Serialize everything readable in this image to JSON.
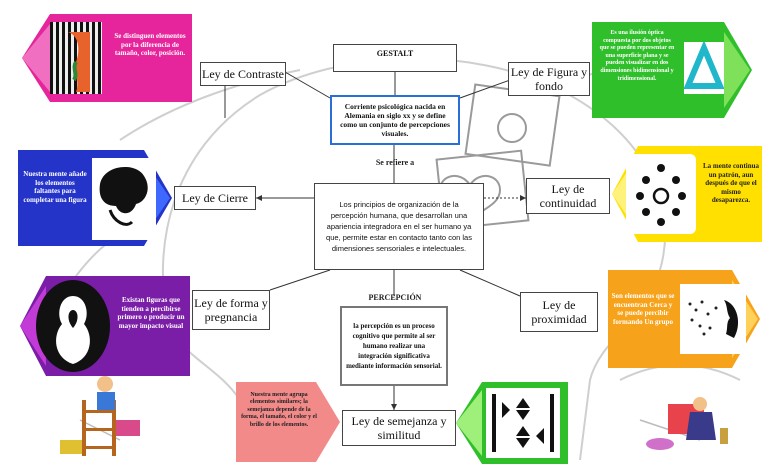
{
  "top": {
    "gestalt_label": "GESTALT",
    "definition": "Corriente psicológica nacida en Alemania en siglo xx y se define como un conjunto de percepciones visuales."
  },
  "center": {
    "se_refiere": "Se refiere a",
    "description": "Los principios de organización de la percepción humana, que desarrollan una apariencia integradora en el ser humano ya que, permite estar en contacto tanto con las dimensiones sensoriales e intelectuales.",
    "percepcion_label": "PERCEPCIÓN",
    "percepcion_text": "la percepción es un proceso cognitivo que permite al ser humano realizar una integración significativa mediante información sensorial."
  },
  "laws": {
    "contraste": "Ley de Contraste",
    "figura_fondo": "Ley de Figura y fondo",
    "cierre": "Ley de Cierre",
    "continuidad": "Ley de continuidad",
    "forma": "Ley de forma y pregnancia",
    "proximidad": "Ley de proximidad",
    "semejanza": "Ley de semejanza y similitud"
  },
  "notes": {
    "contraste": "Se distinguen elementos por la diferencia de tamaño, color, posición.",
    "figura_fondo": "Es una ilusión óptica compuesta por dos objetos que se pueden representar en una superficie plana y se pueden visualizar en dos dimensiones bidimensional y tridimensional.",
    "cierre": "Nuestra mente añade los elementos faltantes para completar una figura",
    "continuidad": "La mente continua un patrón, aun después de que el mismo desaparezca.",
    "forma": "Existan figuras que tienden a percibirse primero o producir un mayor impacto visual",
    "proximidad": "Son elementos que se encuentran Cerca y se puede percibir formando Un grupo",
    "semejanza": "Nuestra mente agrupa elementos similares; la semejanza depende de la forma, el tamaño, el color y el brillo de los elementos."
  },
  "colors": {
    "magenta": "#e6249b",
    "green": "#2fbf2a",
    "blue": "#2433c8",
    "yellow": "#ffe000",
    "purple": "#7a1ea8",
    "orange": "#f7a21b",
    "pink": "#f28a8a",
    "lime": "#7fe05a"
  }
}
